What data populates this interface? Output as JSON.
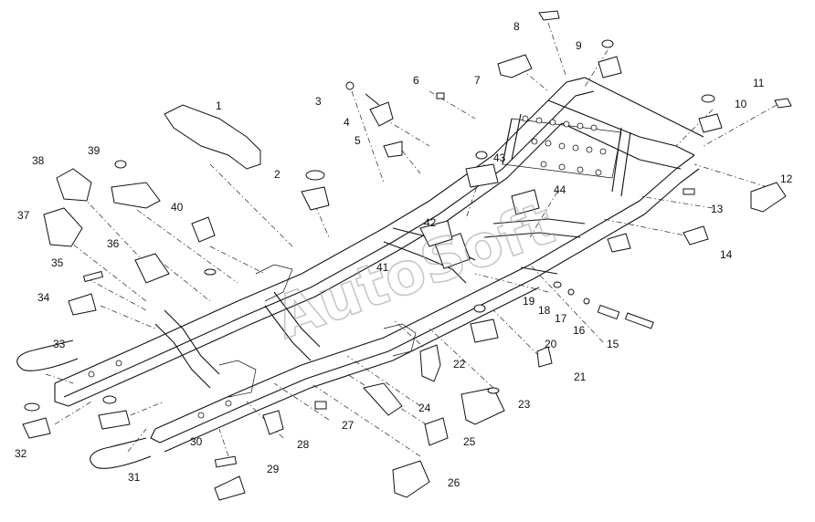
{
  "watermark": "AutoSoft",
  "callouts": [
    "1",
    "2",
    "3",
    "4",
    "5",
    "6",
    "7",
    "8",
    "9",
    "10",
    "11",
    "12",
    "13",
    "14",
    "15",
    "16",
    "17",
    "18",
    "19",
    "20",
    "21",
    "22",
    "23",
    "24",
    "25",
    "26",
    "27",
    "28",
    "29",
    "30",
    "31",
    "32",
    "33",
    "34",
    "35",
    "36",
    "37",
    "38",
    "39",
    "40",
    "41",
    "42",
    "43",
    "44"
  ]
}
